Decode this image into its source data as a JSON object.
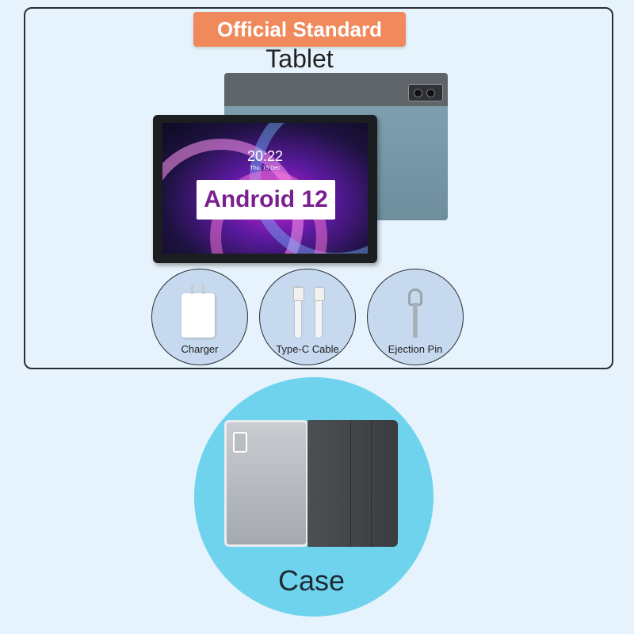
{
  "header": {
    "badge": "Official Standard",
    "product": "Tablet"
  },
  "tablet_screen": {
    "time": "20:22",
    "date": "Thu, 15 Dec",
    "os_label": "Android 12"
  },
  "accessories": [
    {
      "label": "Charger",
      "icon": "charger-icon"
    },
    {
      "label": "Type-C Cable",
      "icon": "cable-icon"
    },
    {
      "label": "Ejection Pin",
      "icon": "pin-icon"
    }
  ],
  "case": {
    "label": "Case"
  },
  "colors": {
    "badge": "#f08a5d",
    "background": "#e6f3fc",
    "case_circle": "#6fd3ee"
  }
}
